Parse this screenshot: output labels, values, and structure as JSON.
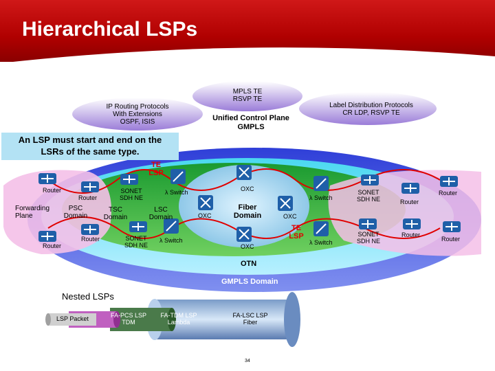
{
  "slide": {
    "title": "Hierarchical LSPs",
    "page_number": "34"
  },
  "top_labels": {
    "mpls_te": "MPLS TE",
    "rsvp_te": "RSVP TE",
    "ip_routing_line1": "IP Routing Protocols",
    "ip_routing_line2": "With Extensions",
    "ip_routing_line3": "OSPF, ISIS",
    "ldp_line1": "Label Distribution Protocols",
    "ldp_line2": "CR LDP, RSVP TE",
    "unified_line1": "Unified Control Plane",
    "unified_line2": "GMPLS"
  },
  "note": {
    "line1": "An LSP must start and end on the",
    "line2": "LSRs of the same type."
  },
  "te_lsp_top": {
    "line1": "TE",
    "line2": "LSP"
  },
  "te_lsp_right": {
    "line1": "TE",
    "line2": "LSP"
  },
  "nodes": {
    "router": "Router",
    "sonet": "SONET",
    "sdh_ne": "SDH NE",
    "lambda_switch": "λ Switch",
    "oxc": "OXC"
  },
  "domains": {
    "forwarding_plane_line1": "Forwarding",
    "forwarding_plane_line2": "Plane",
    "psc_line1": "PSC",
    "psc_line2": "Domain",
    "tsc_line1": "TSC",
    "tsc_line2": "Domain",
    "lsc_line1": "LSC",
    "lsc_line2": "Domain",
    "fiber_line1": "Fiber",
    "fiber_line2": "Domain",
    "otn": "OTN",
    "gmpls_domain": "GMPLS Domain"
  },
  "nested": {
    "title": "Nested LSPs",
    "lsp_packet": "LSP Packet",
    "fa_pcs_line1": "FA-PCS LSP",
    "fa_pcs_line2": "TDM",
    "fa_tdm_line1": "FA-TDM LSP",
    "fa_tdm_line2": "Lambda",
    "fa_lsc_line1": "FA-LSC LSP",
    "fa_lsc_line2": "Fiber"
  },
  "colors": {
    "header_red": "#c00000",
    "lsp_line": "#e00000",
    "router_icon": "#1f5fa8",
    "note_bg": "#b3e2f4"
  }
}
